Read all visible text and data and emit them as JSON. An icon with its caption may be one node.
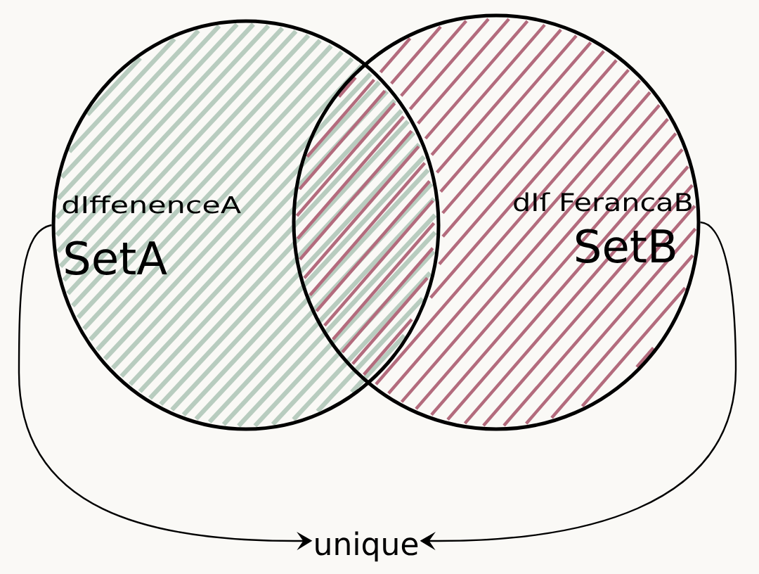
{
  "diagram": {
    "nodes": [
      {
        "text": [
          "dIffenenceA",
          "SetA"
        ]
      },
      {
        "text": [
          "dIſ FerancaB",
          "SetB"
        ]
      },
      {
        "text": [
          "unique"
        ]
      }
    ],
    "edges": [
      {
        "from": 0,
        "to": 2,
        "arrow": "to"
      },
      {
        "from": 1,
        "to": 2,
        "arrow": "to"
      }
    ]
  }
}
